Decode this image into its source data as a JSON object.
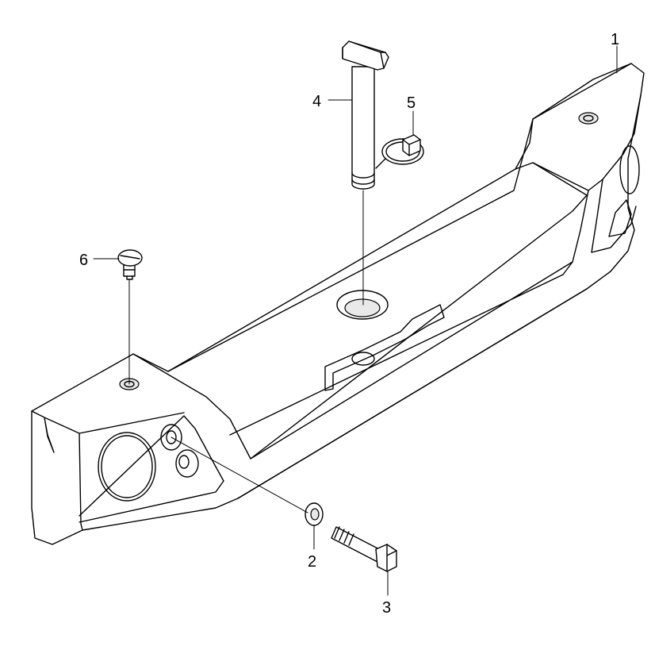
{
  "callouts": {
    "bumper": "1",
    "washer": "2",
    "bolt": "3",
    "hitch_pin": "4",
    "lock_ring": "5",
    "plug": "6"
  }
}
